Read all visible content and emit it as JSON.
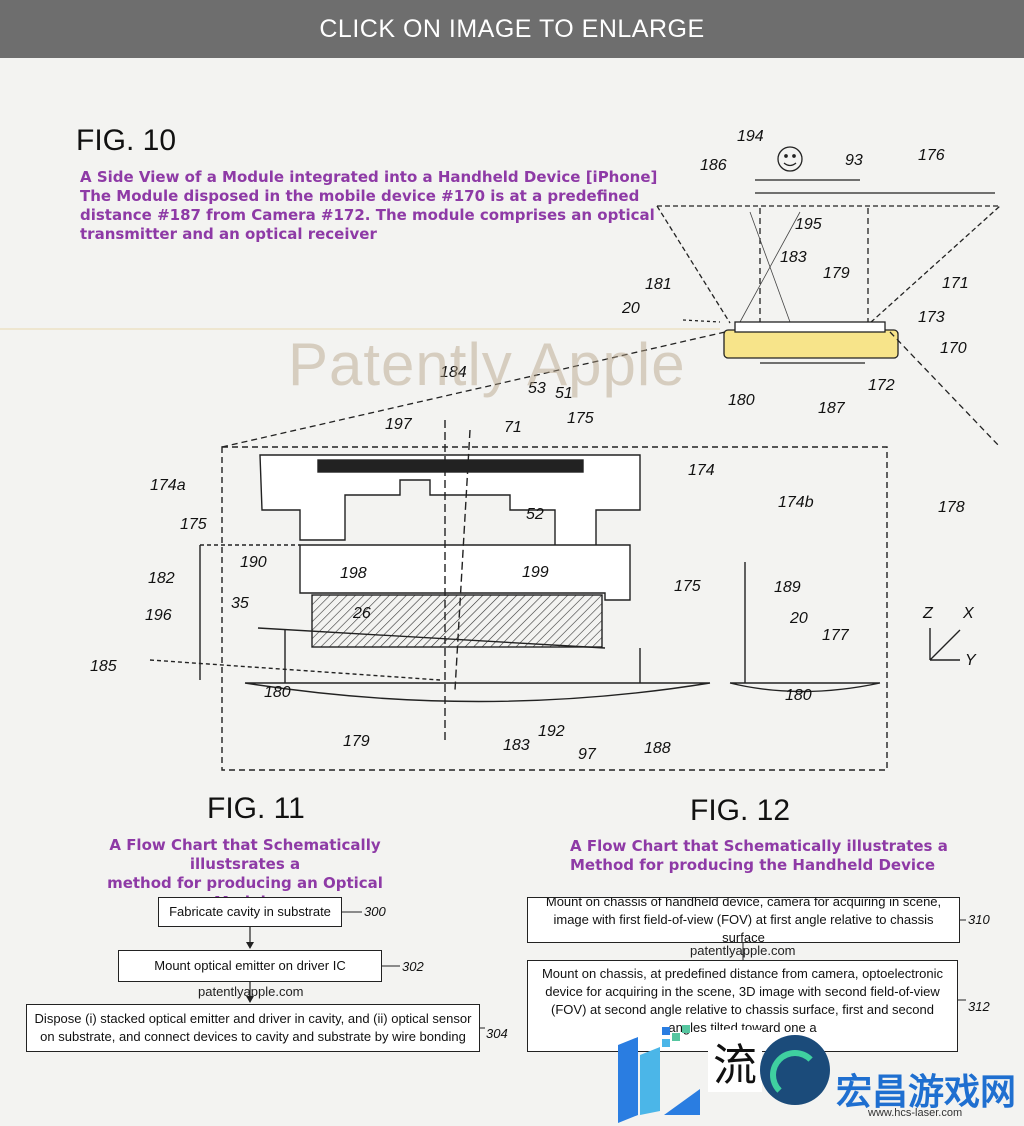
{
  "header": {
    "banner": "CLICK ON IMAGE TO ENLARGE"
  },
  "watermark": "Patently Apple",
  "fig10": {
    "title": "FIG. 10",
    "caption_lines": [
      "A Side View of a Module integrated into a Handheld Device [iPhone]",
      "The Module disposed in the mobile device #170 is at a predefined",
      "distance #187 from Camera #172. The module comprises an optical",
      "transmitter and an optical receiver"
    ],
    "labels": [
      "194",
      "93",
      "176",
      "186",
      "195",
      "183",
      "179",
      "181",
      "171",
      "20",
      "173",
      "170",
      "180",
      "172",
      "187"
    ]
  },
  "fig11_drawing": {
    "labels": [
      "184",
      "53",
      "51",
      "175",
      "197",
      "71",
      "174",
      "174a",
      "52",
      "174b",
      "178",
      "175",
      "198",
      "199",
      "175",
      "182",
      "190",
      "189",
      "20",
      "35",
      "26",
      "196",
      "185",
      "180",
      "180",
      "177",
      "179",
      "183",
      "192",
      "97",
      "188"
    ],
    "axes": {
      "z": "Z",
      "x": "X",
      "y": "Y"
    }
  },
  "fig11": {
    "title": "FIG. 11",
    "caption_lines": [
      "A Flow Chart that Schematically illustsrates a",
      "method for producing an Optical Module"
    ],
    "steps": [
      {
        "text": "Fabricate cavity in substrate",
        "ref": "300"
      },
      {
        "text": "Mount optical emitter on driver IC",
        "ref": "302"
      },
      {
        "text": "Dispose (i) stacked optical emitter and driver in cavity, and (ii) optical sensor on substrate, and connect devices to cavity and substrate by wire bonding",
        "ref": "304"
      }
    ],
    "site": "patentlyapple.com"
  },
  "fig12": {
    "title": "FIG. 12",
    "caption_lines": [
      "A Flow Chart that Schematically illustrates a",
      "Method for producing the Handheld Device"
    ],
    "steps": [
      {
        "text": "Mount on chassis of handheld device, camera for acquiring in scene, image with first field-of-view (FOV) at first angle relative to chassis surface",
        "ref": "310"
      },
      {
        "text": "Mount on chassis, at predefined distance from camera, optoelectronic device for acquiring in the scene, 3D image with second field-of-view (FOV) at second angle relative to chassis surface, first and second angles tilted toward one a",
        "ref": "312"
      }
    ],
    "site": "patentlyapple.com"
  },
  "overlay_logo": {
    "char": "流",
    "text": "宏昌游戏网",
    "url": "www.hcs-laser.com"
  },
  "colors": {
    "caption": "#8e3aa6",
    "banner_bg": "#6e6e6e",
    "device_fill": "#f7e48a"
  }
}
